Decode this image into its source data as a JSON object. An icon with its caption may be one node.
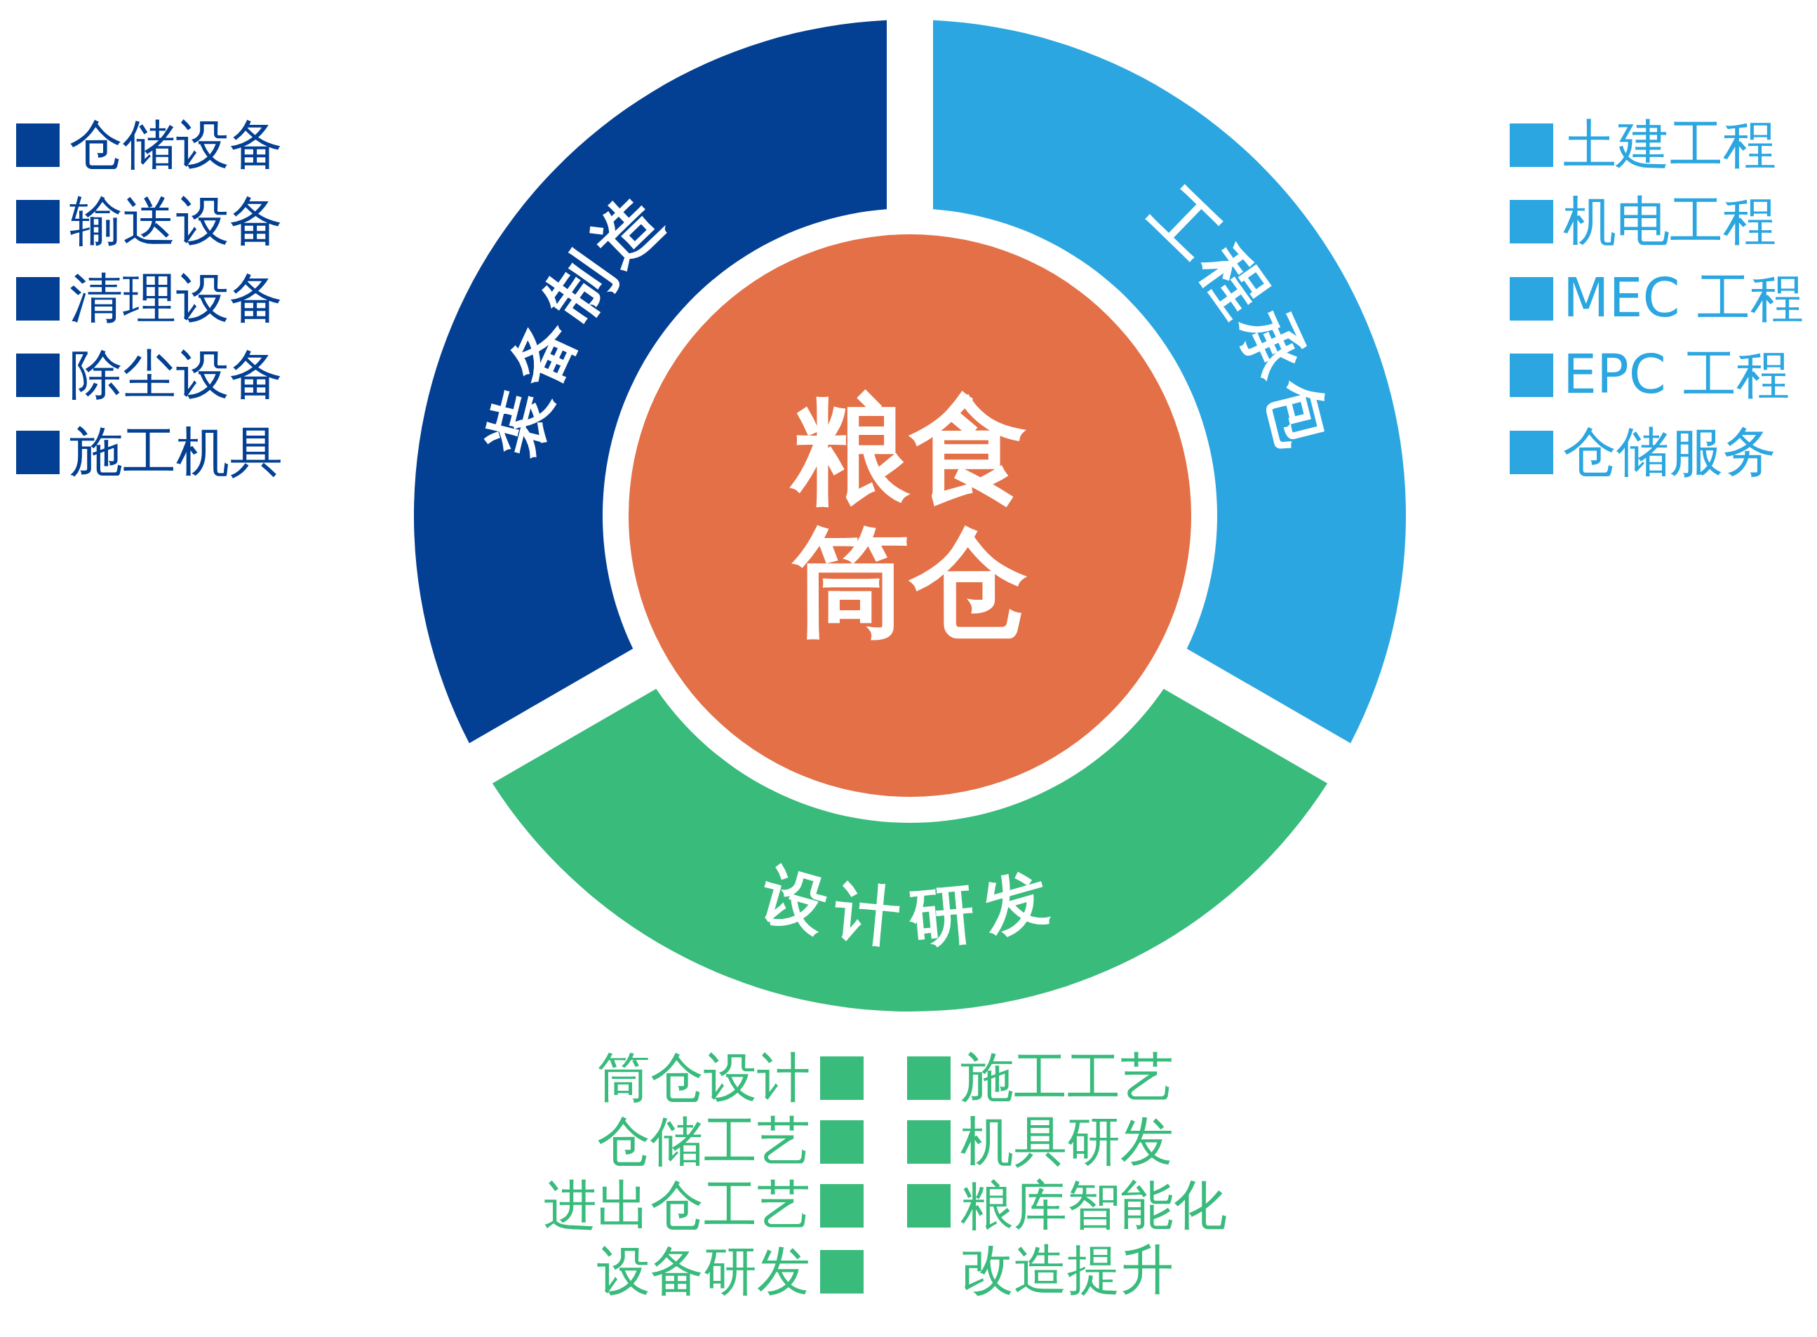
{
  "diagram": {
    "nodes": [
      {
        "text": [
          "粮食筒仓"
        ]
      },
      {
        "text": [
          "装备制造"
        ],
        "beside": [
          "仓储设备",
          "输送设备",
          "清理设备",
          "除尘设备",
          "施工机具"
        ]
      },
      {
        "text": [
          "工程承包"
        ],
        "beside": [
          "土建工程",
          "机电工程",
          "MEC 工程",
          "EPC 工程",
          "仓储服务"
        ]
      },
      {
        "text": [
          "设计研发"
        ],
        "beside": [
          "筒仓设计",
          "施工工艺",
          "仓储工艺",
          "机具研发",
          "进出仓工艺",
          "粮库智能化改造提升",
          "设备研发"
        ]
      }
    ],
    "edges": []
  }
}
